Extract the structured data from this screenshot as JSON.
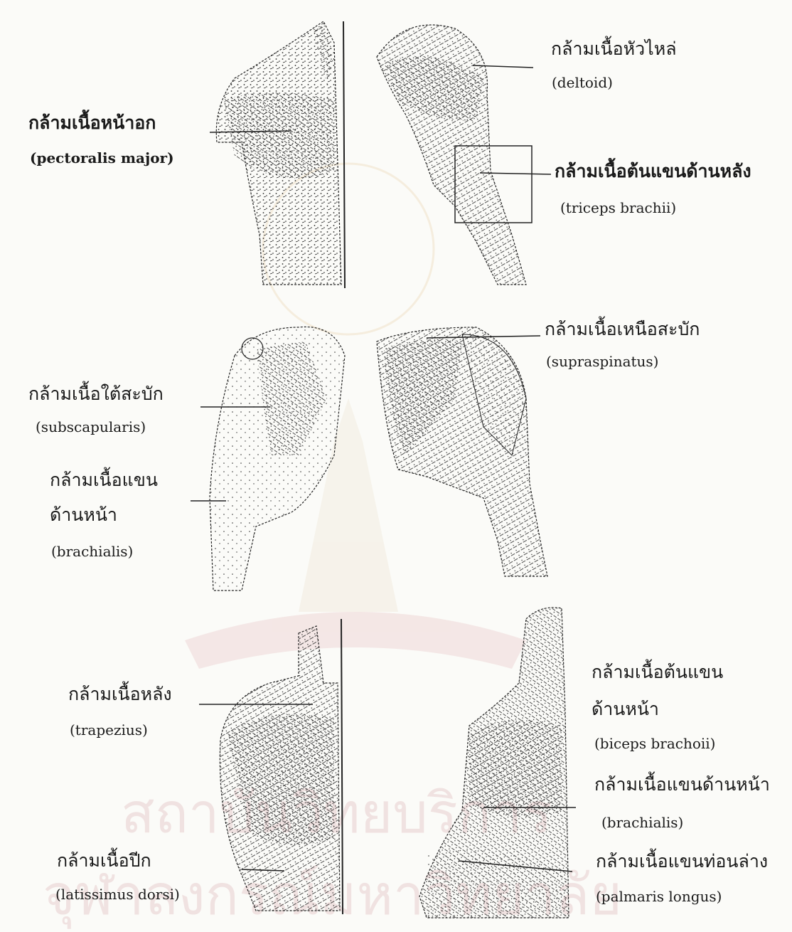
{
  "labels": {
    "deltoid": {
      "th": "กล้ามเนื้อหัวไหล่",
      "en": "(deltoid)"
    },
    "pectoralis": {
      "th": "กล้ามเนื้อหน้าอก",
      "en": "(pectoralis major)"
    },
    "triceps": {
      "th": "กล้ามเนื้อต้นแขนด้านหลัง",
      "en": "(triceps brachii)"
    },
    "supraspinatus": {
      "th": "กล้ามเนื้อเหนือสะบัก",
      "en": "(supraspinatus)"
    },
    "subscapularis": {
      "th": "กล้ามเนื้อใต้สะบัก",
      "en": "(subscapularis)"
    },
    "brachialis_upper": {
      "th1": "กล้ามเนื้อแขน",
      "th2": "ด้านหน้า",
      "en": "(brachialis)"
    },
    "trapezius": {
      "th": "กล้ามเนื้อหลัง",
      "en": "(trapezius)"
    },
    "biceps": {
      "th1": "กล้ามเนื้อต้นแขน",
      "th2": "ด้านหน้า",
      "en": "(biceps brachoii)"
    },
    "brachialis_lower": {
      "th": "กล้ามเนื้อแขนด้านหน้า",
      "en": "(brachialis)"
    },
    "latissimus": {
      "th": "กล้ามเนื้อปีก",
      "en": "(latissimus dorsi)"
    },
    "palmaris": {
      "th": "กล้ามเนื้อแขนท่อนล่าง",
      "en": "(palmaris longus)"
    }
  },
  "watermark": {
    "line1": "สถาบันวิทยบริการ",
    "line2": "จุฬาลงกรณ์มหาวิทยาลัย"
  },
  "colors": {
    "ink": "#1a1a1a",
    "paper": "#fbfbf8",
    "watermark": "#e8cfcf"
  }
}
